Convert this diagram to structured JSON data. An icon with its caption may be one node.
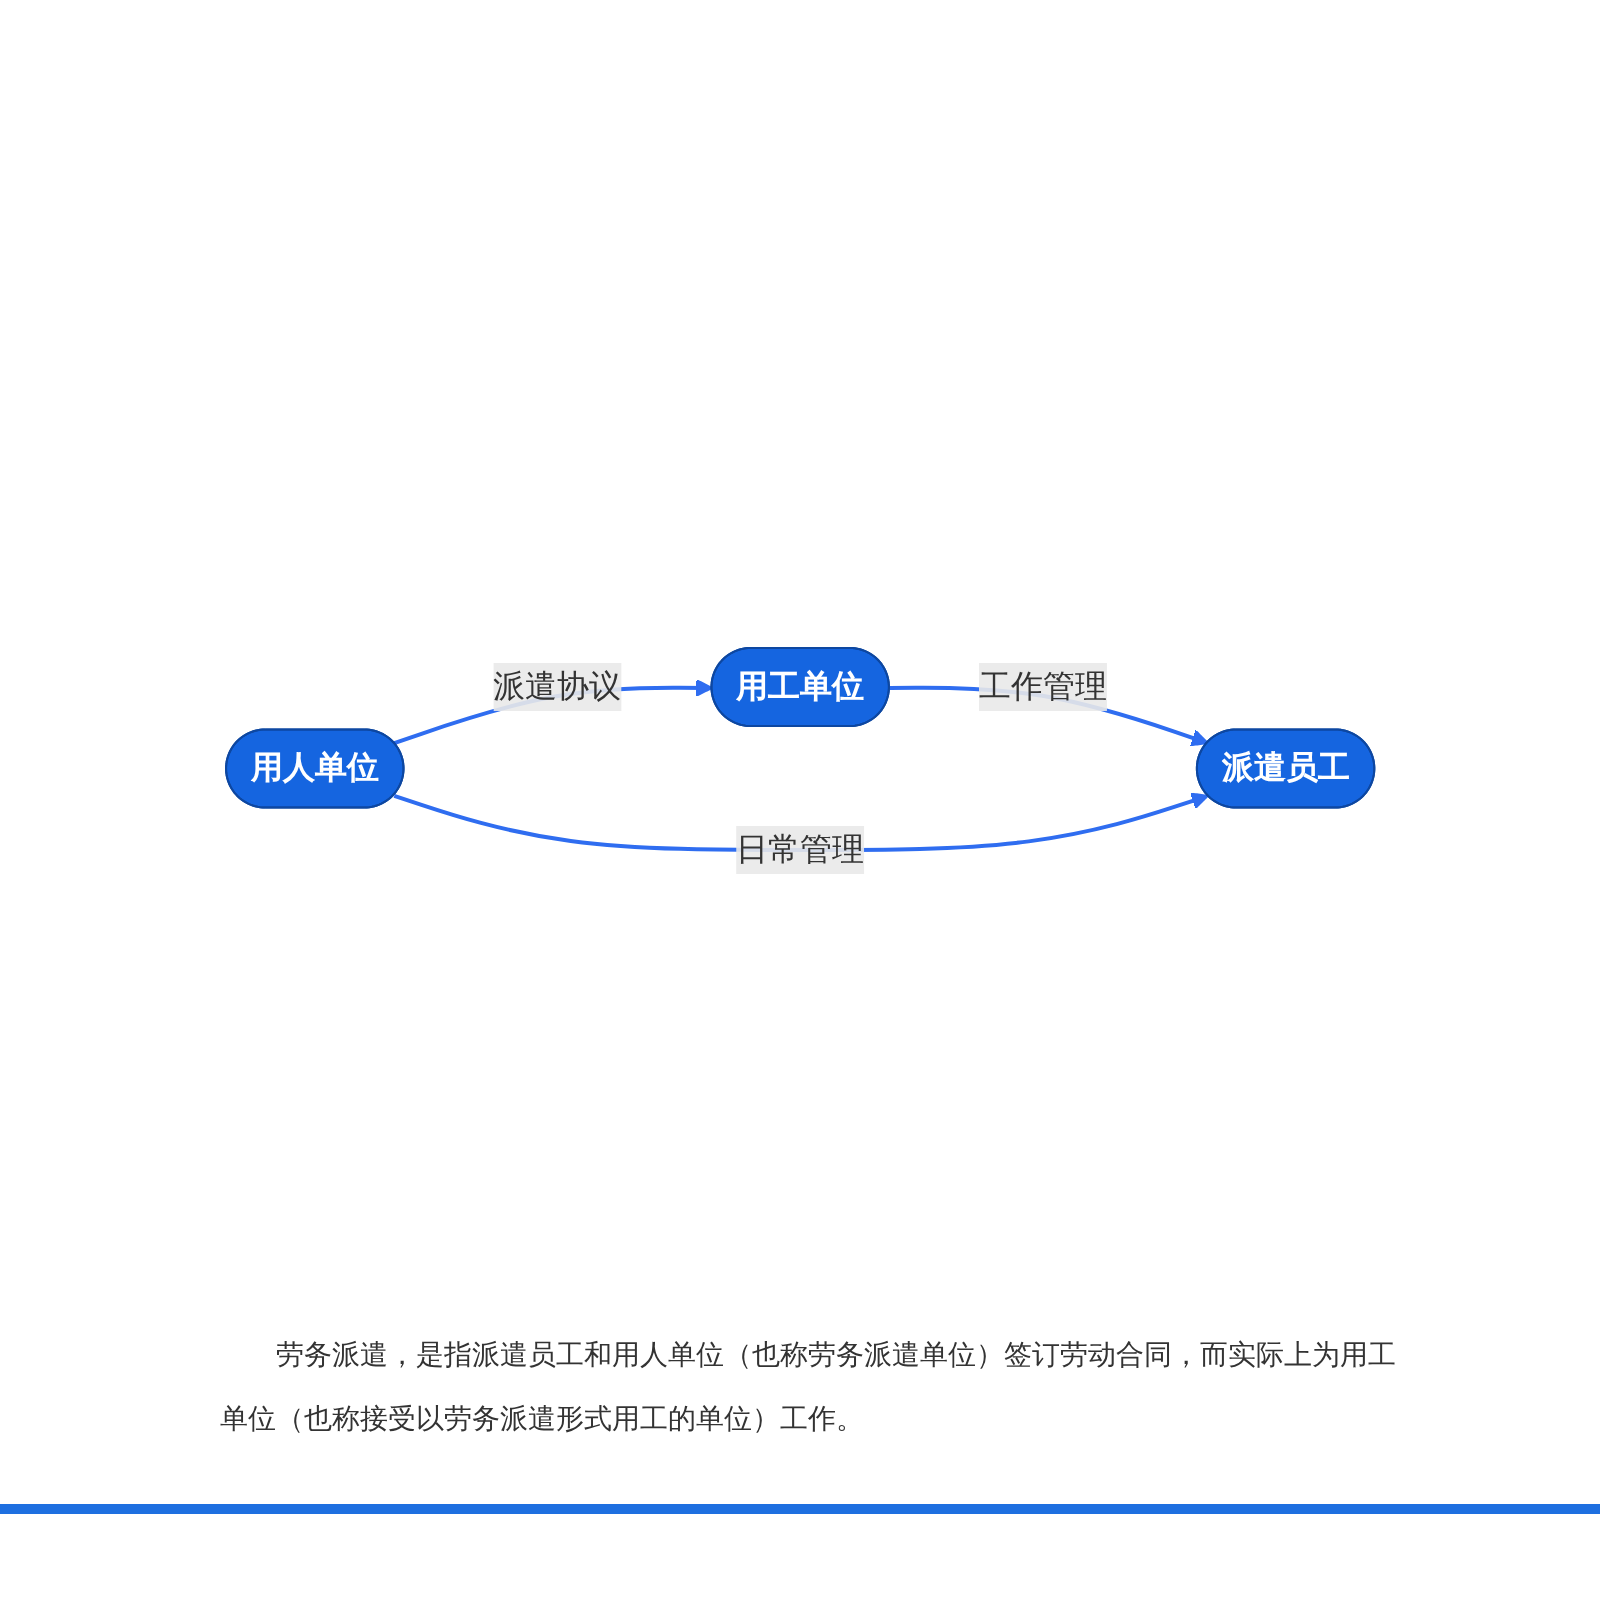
{
  "diagram": {
    "caption": "劳务派遣，是指派遣员工和用人单位（也称劳务派遣单位）签订劳动合同，而实际上为用工单位（也称接受以劳务派遣形式用工的单位）工作。",
    "nodes": [
      {
        "text": [
          "用人单位"
        ]
      },
      {
        "text": [
          "用工单位"
        ]
      },
      {
        "text": [
          "派遣员工"
        ]
      }
    ],
    "edges": [
      {
        "from": 0,
        "to": 1,
        "label": "派遣协议",
        "arrow": "to"
      },
      {
        "from": 1,
        "to": 2,
        "label": "工作管理",
        "arrow": "to"
      },
      {
        "from": 0,
        "to": 2,
        "label": "日常管理",
        "arrow": "to"
      }
    ]
  }
}
